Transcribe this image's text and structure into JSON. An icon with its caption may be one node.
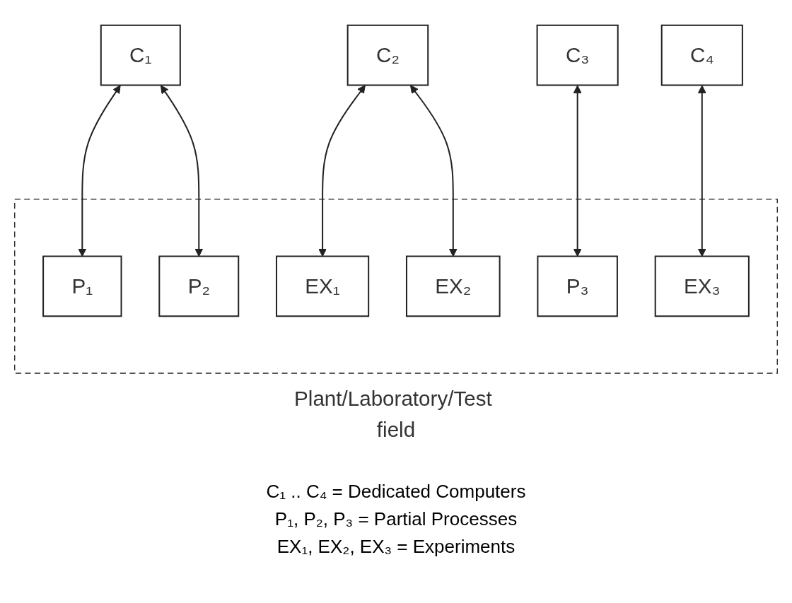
{
  "diagram": {
    "nodes": [
      {
        "text": [
          "C₁"
        ]
      },
      {
        "text": [
          "C₂"
        ]
      },
      {
        "text": [
          "C₃"
        ]
      },
      {
        "text": [
          "C₄"
        ]
      },
      {
        "text": [
          "Plant/Laboratory/Test field"
        ]
      },
      {
        "text": [
          "P₁"
        ],
        "in": 4
      },
      {
        "text": [
          "P₂"
        ],
        "in": 4
      },
      {
        "text": [
          "EX₁"
        ],
        "in": 4
      },
      {
        "text": [
          "EX₂"
        ],
        "in": 4
      },
      {
        "text": [
          "P₃"
        ],
        "in": 4
      },
      {
        "text": [
          "EX₃"
        ],
        "in": 4
      }
    ],
    "edges": [
      {
        "from": 0,
        "to": 5,
        "arrow": "both"
      },
      {
        "from": 0,
        "to": 6,
        "arrow": "both"
      },
      {
        "from": 1,
        "to": 7,
        "arrow": "both"
      },
      {
        "from": 1,
        "to": 8,
        "arrow": "both"
      },
      {
        "from": 2,
        "to": 9,
        "arrow": "both"
      },
      {
        "from": 3,
        "to": 10,
        "arrow": "both"
      }
    ],
    "labels": [
      "C₁ .. C₄ = Dedicated Computers",
      "P₁, P₂, P₃ = Partial Processes",
      "EX₁, EX₂, EX₃ = Experiments"
    ]
  }
}
